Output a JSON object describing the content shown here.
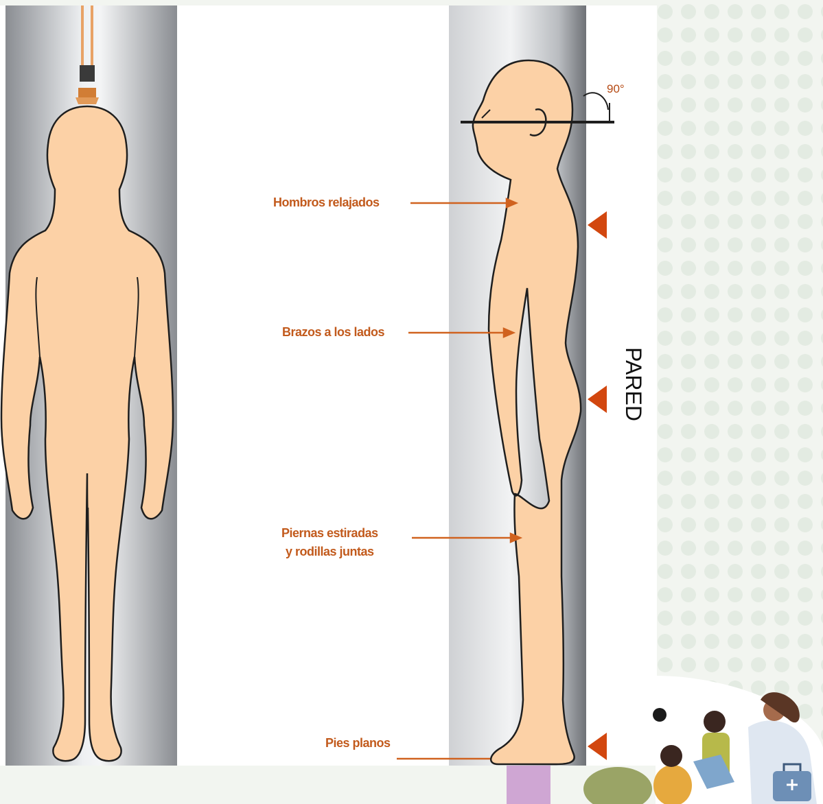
{
  "labels": {
    "shoulders": "Hombros relajados",
    "arms": "Brazos a los lados",
    "legs_line1": "Piernas estiradas",
    "legs_line2": "y rodillas juntas",
    "feet": "Pies planos",
    "angle": "90°",
    "wall": "PARED"
  },
  "colors": {
    "skin": "#fcd1a6",
    "outline": "#1e1e1e",
    "arrow": "#d0621f",
    "marker": "#d2470f",
    "wall_gray": "#8a8d92",
    "dot_pattern": "#e3ebe2"
  },
  "icons": [
    "height-rod-icon",
    "doctor-child-checkup-illustration",
    "medical-bag-icon"
  ]
}
